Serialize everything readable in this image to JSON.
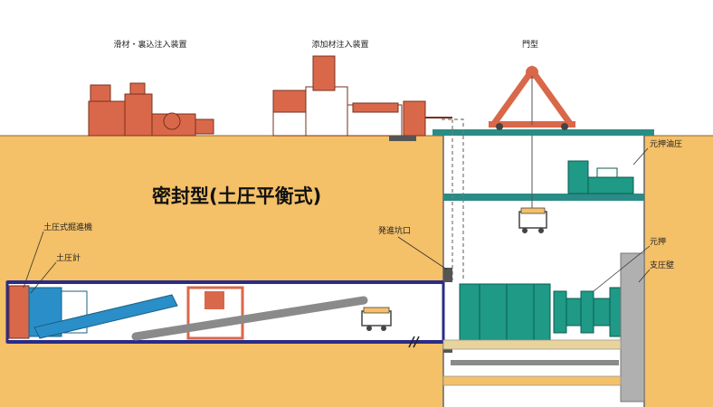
{
  "title": "密封型(土圧平衡式)",
  "surface_labels": {
    "grout": "滑材・裏込注入装置",
    "additive": "添加材注入装置",
    "gantry": "門型"
  },
  "callouts": {
    "jack_hydraulic": "元押油圧",
    "launch_shaft_mouth": "発進坑口",
    "main_jack": "元押",
    "reaction_wall": "支圧壁",
    "machine": "土圧式掘進機",
    "pressure_gauge": "土圧計"
  },
  "colors": {
    "ground": "#F4C068",
    "machine_blue": "#2A8FC8",
    "jack_green": "#1E9A86",
    "equipment_red": "#D9684A",
    "frame_teal": "#2A8C86"
  }
}
